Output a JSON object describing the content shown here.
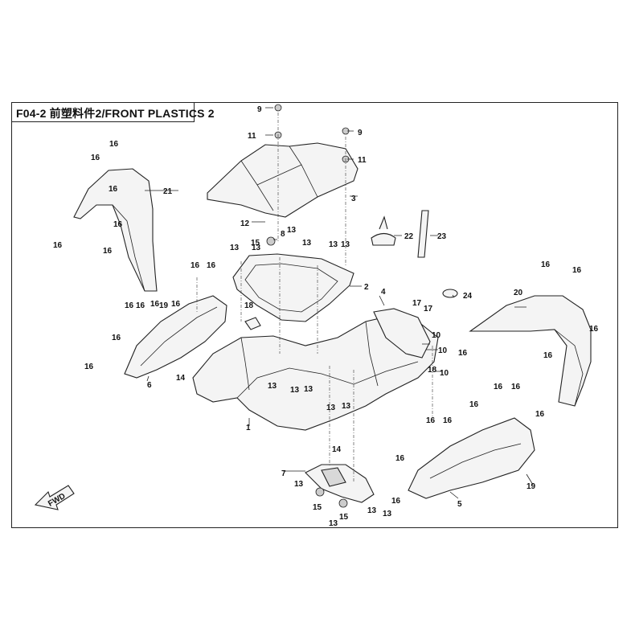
{
  "title": "F04-2 前塑料件2/FRONT PLASTICS 2",
  "fwd_label": "FWD",
  "callouts": [
    "1",
    "2",
    "3",
    "4",
    "5",
    "6",
    "7",
    "8",
    "9",
    "10",
    "11",
    "12",
    "13",
    "14",
    "15",
    "16",
    "17",
    "18",
    "19",
    "20",
    "21",
    "22",
    "23",
    "24"
  ]
}
